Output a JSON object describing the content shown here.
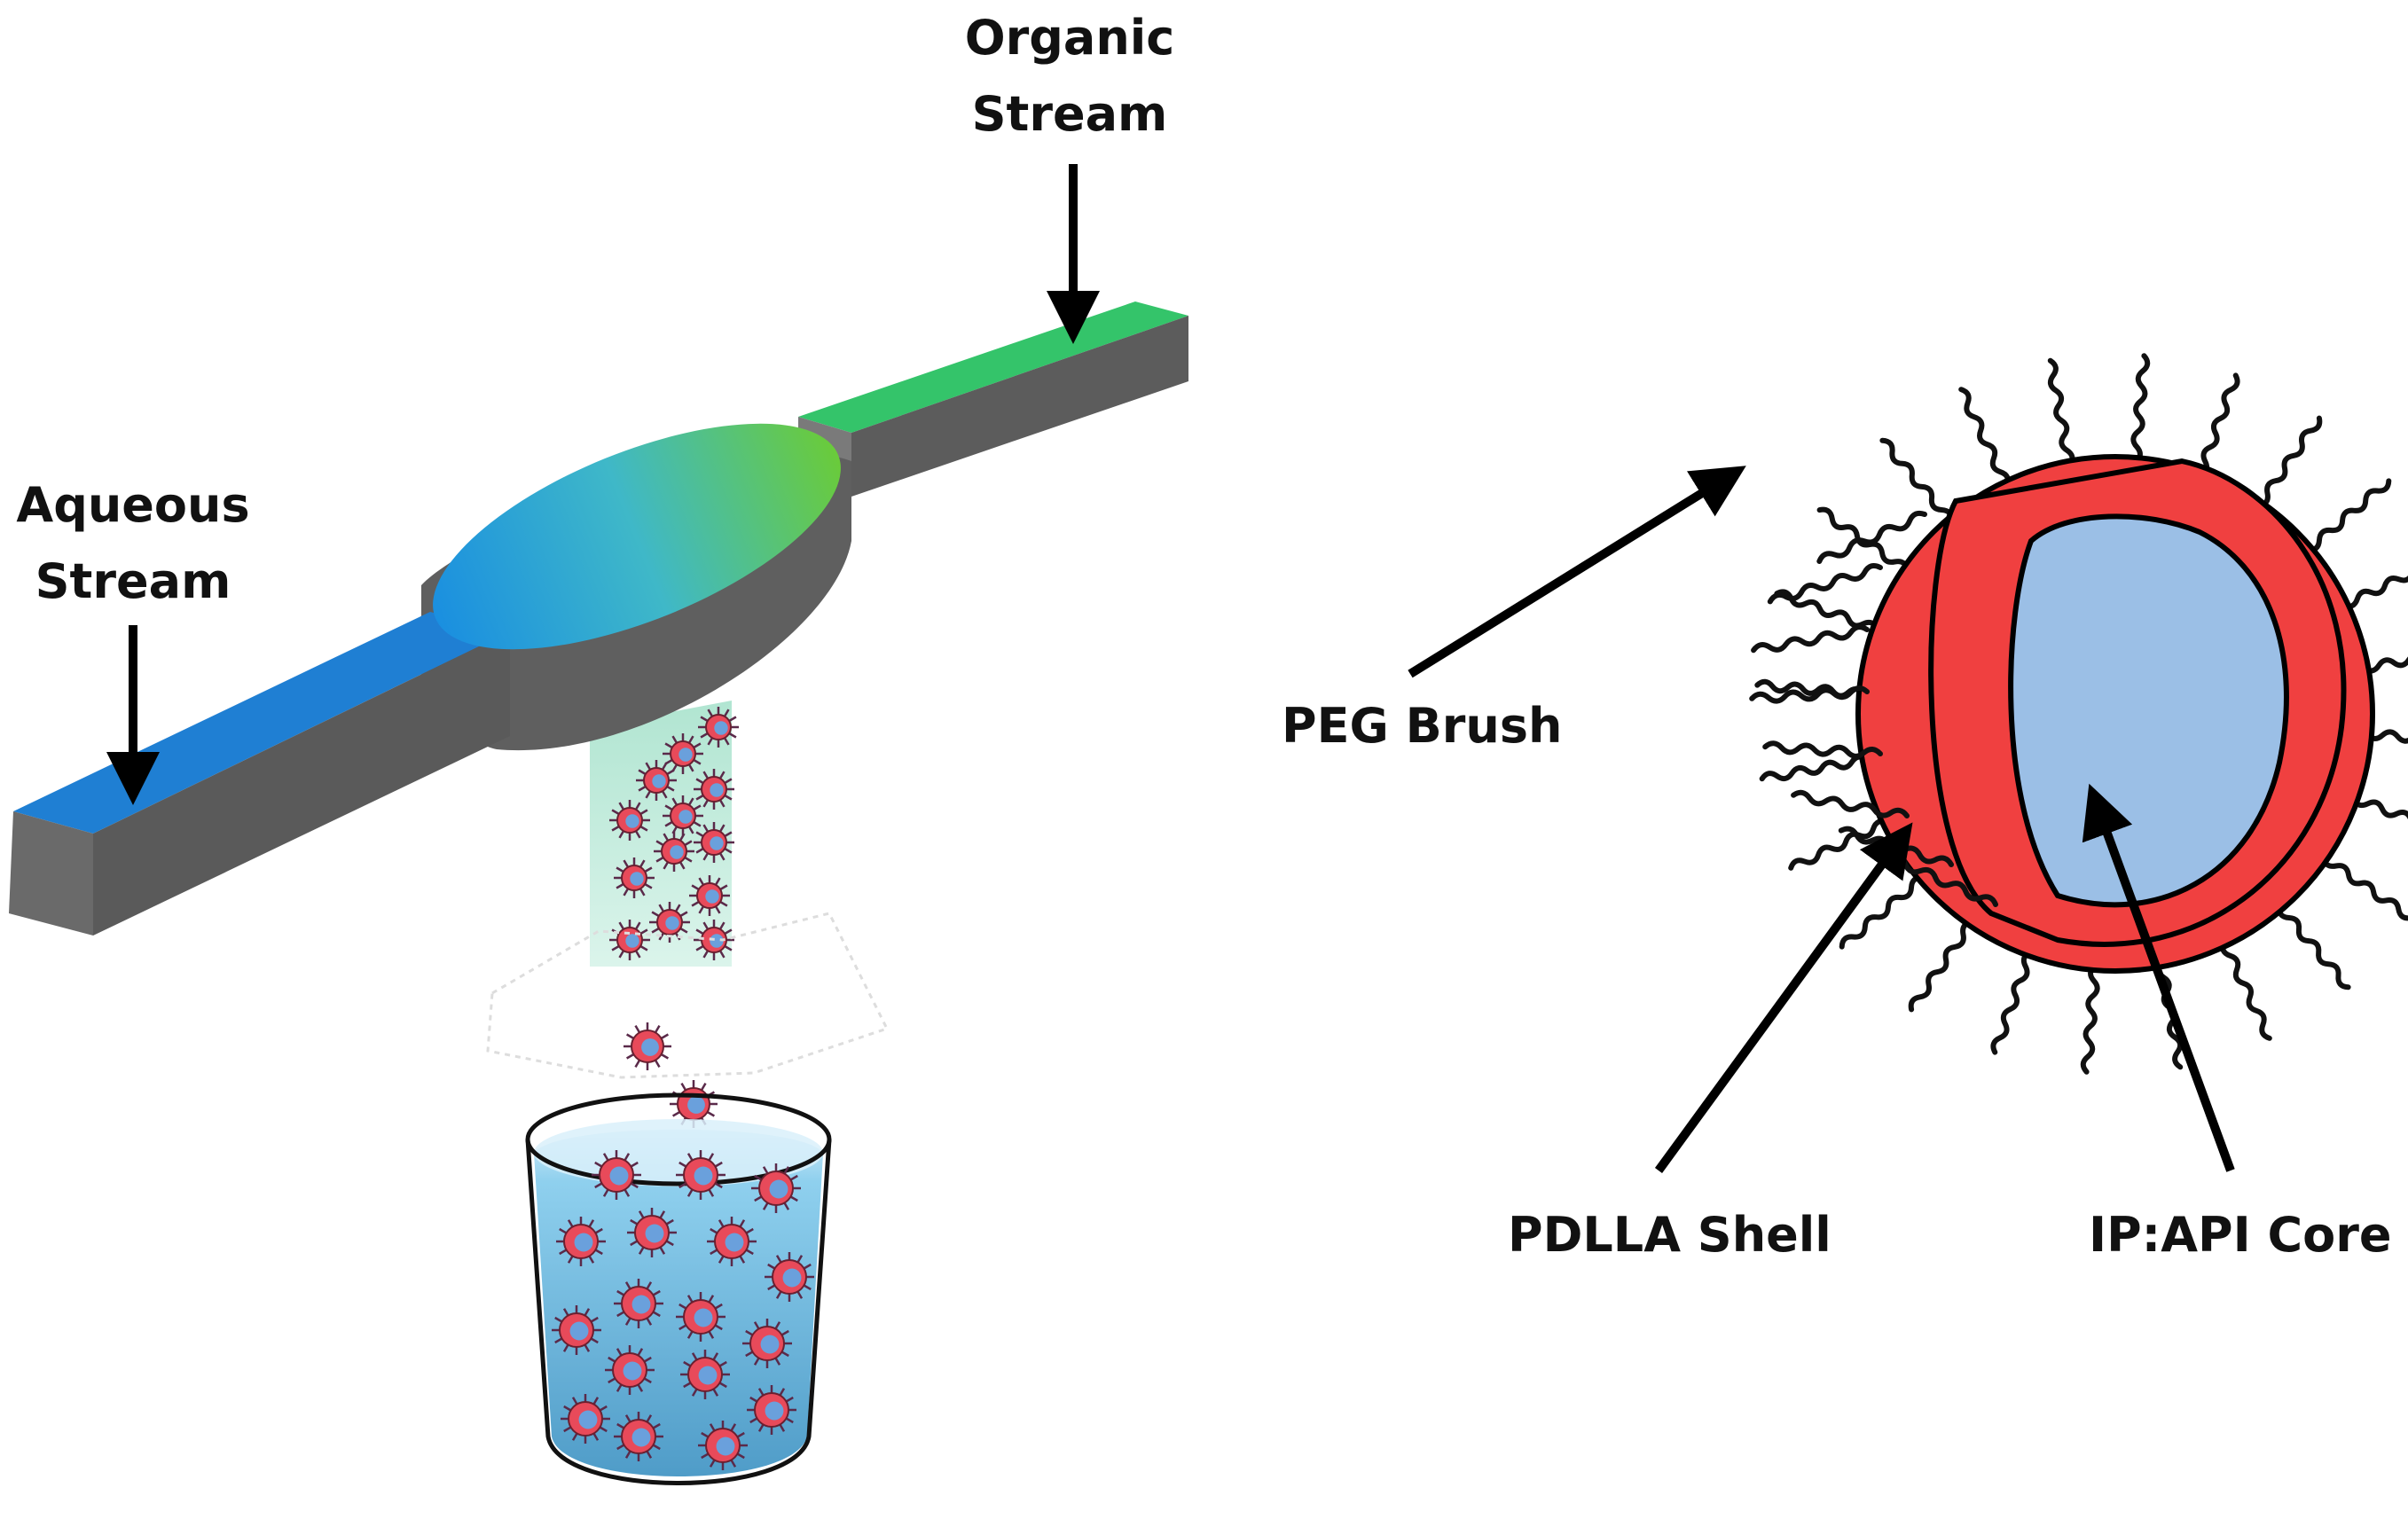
{
  "labels": {
    "organic_stream": [
      "Organic",
      "Stream"
    ],
    "aqueous_stream": [
      "Aqueous",
      "Stream"
    ],
    "peg_brush": "PEG Brush",
    "pdlla_shell": "PDLLA Shell",
    "ip_api_core": "IP:API Core"
  },
  "colors": {
    "aqueous_channel": "#1f7fd3",
    "organic_channel": "#2fbf5e",
    "channel_wall": "#6e6e6e",
    "outflow": "#bfe8d9",
    "water": "#7cc4e6",
    "shell": "#f04040",
    "core": "#9bbfe6",
    "peg": "#111111"
  }
}
